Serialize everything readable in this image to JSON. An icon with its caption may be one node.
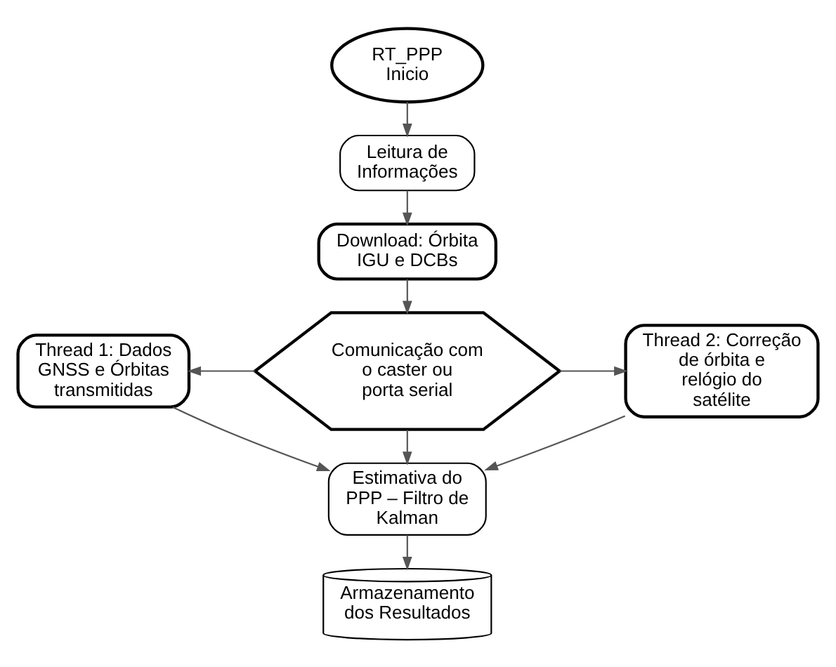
{
  "diagram": {
    "nodes": [
      {
        "text": [
          "RT_PPP Inicio"
        ]
      },
      {
        "text": [
          "Leitura de Informações"
        ]
      },
      {
        "text": [
          "Download: Órbita IGU e DCBs"
        ]
      },
      {
        "text": [
          "Comunicação com o caster ou porta serial"
        ]
      },
      {
        "text": [
          "Thread 1: Dados GNSS e Órbitas transmitidas"
        ]
      },
      {
        "text": [
          "Thread 2: Correção de órbita e relógio do satélite"
        ]
      },
      {
        "text": [
          "Estimativa do PPP – Filtro de Kalman"
        ]
      },
      {
        "text": [
          "Armazenamento dos Resultados"
        ]
      }
    ],
    "edges": [
      {
        "from": 0,
        "to": 1,
        "arrow": "to"
      },
      {
        "from": 1,
        "to": 2,
        "arrow": "to"
      },
      {
        "from": 2,
        "to": 3,
        "arrow": "to"
      },
      {
        "from": 3,
        "to": 4,
        "arrow": "to"
      },
      {
        "from": 3,
        "to": 5,
        "arrow": "to"
      },
      {
        "from": 4,
        "to": 6,
        "arrow": "to"
      },
      {
        "from": 3,
        "to": 6,
        "arrow": "to"
      },
      {
        "from": 5,
        "to": 6,
        "arrow": "to"
      },
      {
        "from": 6,
        "to": 7,
        "arrow": "to"
      }
    ]
  }
}
